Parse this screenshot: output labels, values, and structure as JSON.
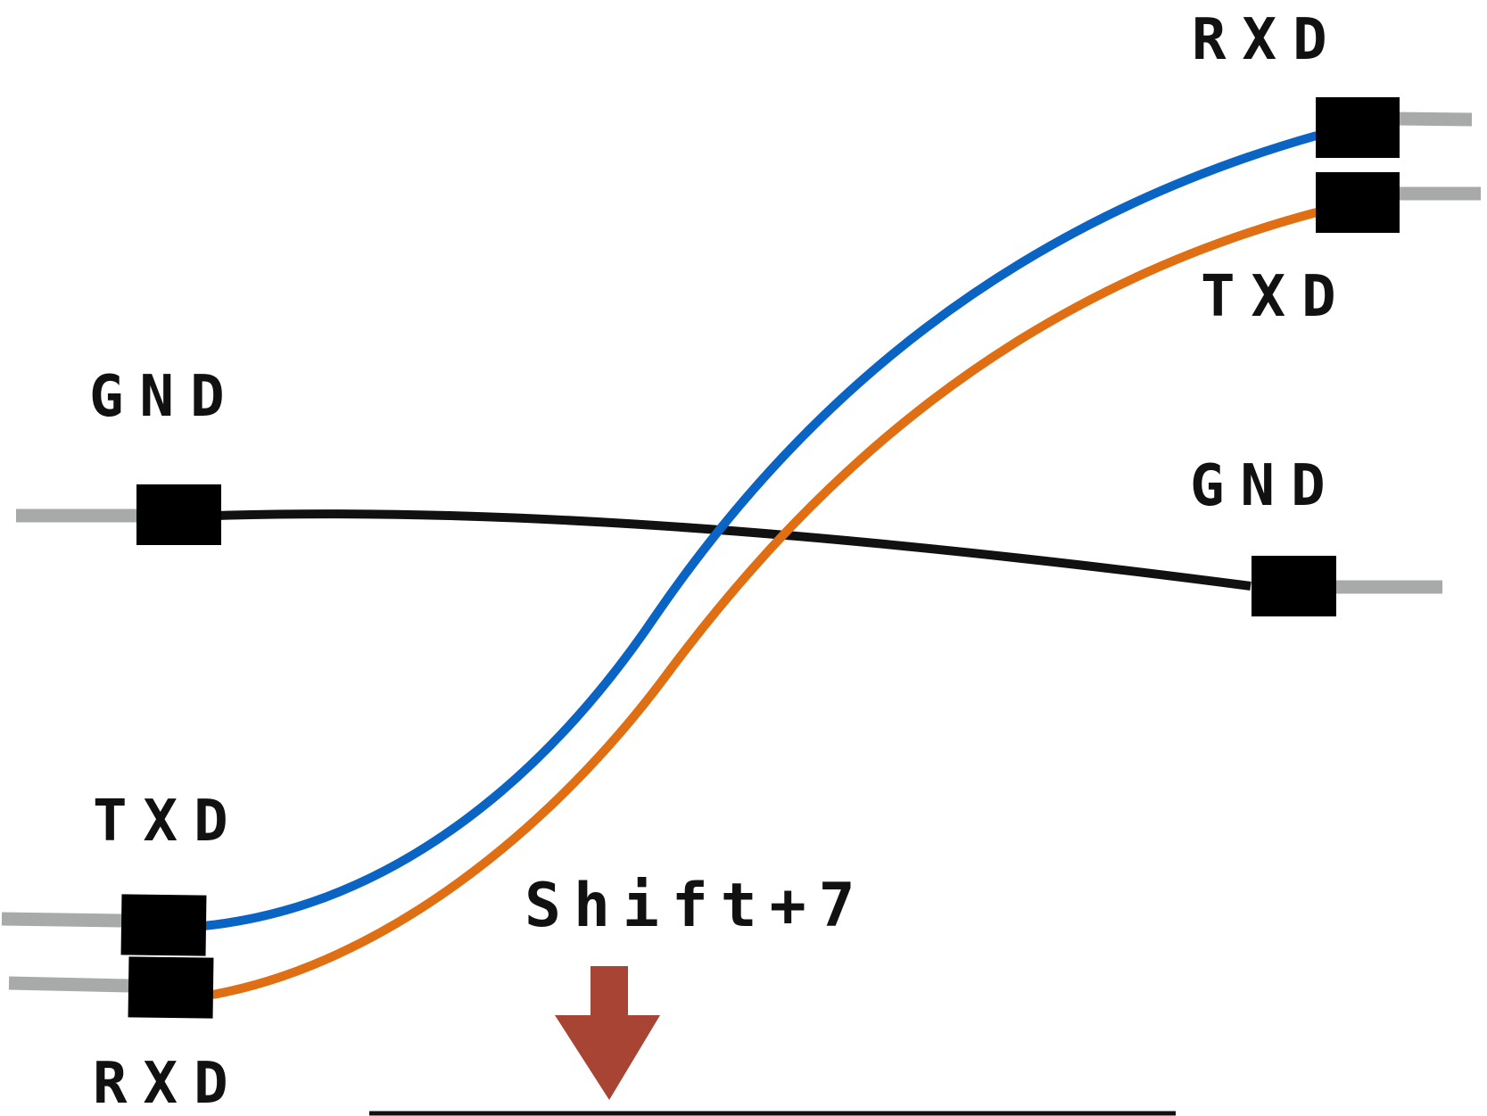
{
  "labels": {
    "left_gnd": "GND",
    "left_txd": "TXD",
    "left_rxd": "RXD",
    "right_rxd": "RXD",
    "right_txd": "TXD",
    "right_gnd": "GND",
    "key_hint": "Shift+7"
  },
  "colors": {
    "blue_wire": "#0a64c4",
    "orange_wire": "#e06e12",
    "black_wire": "#111111",
    "pin_lead": "#a7aaa8",
    "header": "#000000",
    "arrow": "#a84434",
    "baseline": "#111111"
  }
}
